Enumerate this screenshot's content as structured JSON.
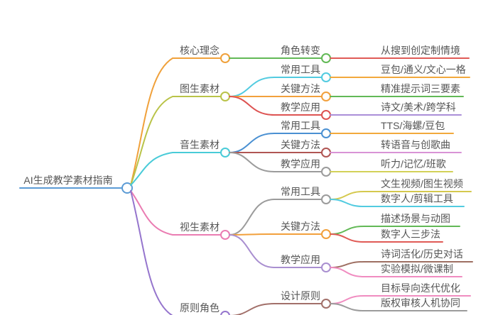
{
  "mindmap": {
    "root": {
      "label": "AI生成教学素材指南",
      "color": "#5b9bd5"
    },
    "branches": [
      {
        "label": "核心理念",
        "color": "#f0a13b",
        "children": [
          {
            "label": "角色转变",
            "color": "#62b956",
            "children": [
              {
                "label": "从搜到创定制情境",
                "color": "#e05b56"
              }
            ]
          }
        ]
      },
      {
        "label": "图生素材",
        "color": "#b9c348",
        "children": [
          {
            "label": "常用工具",
            "color": "#52cbe0",
            "children": [
              {
                "label": "豆包/通义/文心一格",
                "color": "#f2a93c"
              }
            ]
          },
          {
            "label": "关键方法",
            "color": "#f2a03c",
            "children": [
              {
                "label": "精准提示词三要素",
                "color": "#62b956"
              }
            ]
          },
          {
            "label": "教学应用",
            "color": "#dd5352",
            "children": [
              {
                "label": "诗文/美术/跨学科",
                "color": "#ab8fd8"
              }
            ]
          }
        ]
      },
      {
        "label": "音生素材",
        "color": "#49cbd8",
        "children": [
          {
            "label": "常用工具",
            "color": "#4a90d2",
            "children": [
              {
                "label": "TTS/海螺/豆包",
                "color": "#f2a93c"
              }
            ]
          },
          {
            "label": "关键方法",
            "color": "#b05553",
            "children": [
              {
                "label": "转语音与创歌曲",
                "color": "#d993d6"
              }
            ]
          },
          {
            "label": "教学应用",
            "color": "#9b9b9b",
            "children": [
              {
                "label": "听力/记忆/班歌",
                "color": "#d3d159"
              }
            ]
          }
        ]
      },
      {
        "label": "视生素材",
        "color": "#ea7cb2",
        "children": [
          {
            "label": "常用工具",
            "color": "#9b9b9b",
            "children": [
              {
                "label": "文生视频/图生视频",
                "color": "#d5c94e"
              },
              {
                "label": "数字人/剪辑工具",
                "color": "#52cbe0"
              }
            ]
          },
          {
            "label": "关键方法",
            "color": "#f2a03c",
            "children": [
              {
                "label": "描述场景与动图",
                "color": "#62b956"
              },
              {
                "label": "数字人三步法",
                "color": "#e05b56"
              }
            ]
          },
          {
            "label": "教学应用",
            "color": "#a98fd0",
            "children": [
              {
                "label": "诗词活化/历史对话",
                "color": "#9e6f62"
              },
              {
                "label": "实验模拟/微课制",
                "color": "#f08cc0"
              }
            ]
          }
        ]
      },
      {
        "label": "原则角色",
        "color": "#9575cd",
        "children": [
          {
            "label": "设计原则",
            "color": "#a2706a",
            "children": [
              {
                "label": "目标导向迭代优化",
                "color": "#f08cc0"
              },
              {
                "label": "版权审核人机协同",
                "color": "#9b9b9b"
              }
            ]
          }
        ]
      }
    ]
  }
}
